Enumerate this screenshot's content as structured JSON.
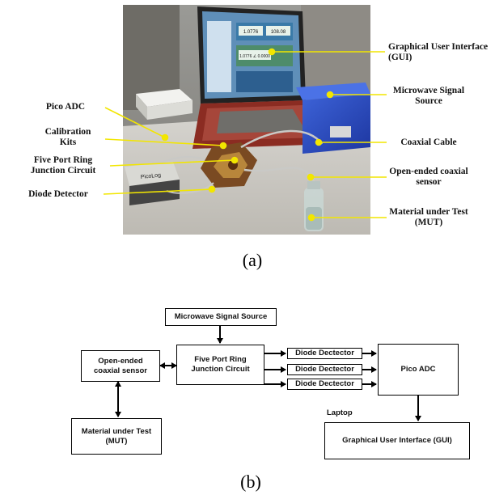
{
  "panel_a": {
    "caption": "(a)",
    "labels_right": [
      "Graphical User Interface (GUI)",
      "Microwave Signal Source",
      "Coaxial Cable",
      "Open-ended coaxial sensor",
      "Material under Test (MUT)"
    ],
    "labels_left": [
      "Pico ADC",
      "Calibration Kits",
      "Five Port Ring Junction Circuit",
      "Diode Detector"
    ],
    "screen_text": [
      "1.0776",
      "108.08",
      "1.0776 ∠ 0.0000"
    ],
    "device_text": [
      "PicoLog"
    ],
    "callout_color": "#f2e600"
  },
  "panel_b": {
    "caption": "(b)",
    "nodes": {
      "signal_source": "Microwave Signal Source",
      "ring_junction": "Five Port Ring Junction Circuit",
      "sensor": "Open-ended coaxial sensor",
      "mut": "Material under Test (MUT)",
      "diode_1": "Diode Dectector",
      "diode_2": "Diode Dectector",
      "diode_3": "Diode Dectector",
      "pico_adc": "Pico ADC",
      "gui": "Graphical User Interface (GUI)"
    },
    "laptop_label": "Laptop"
  }
}
